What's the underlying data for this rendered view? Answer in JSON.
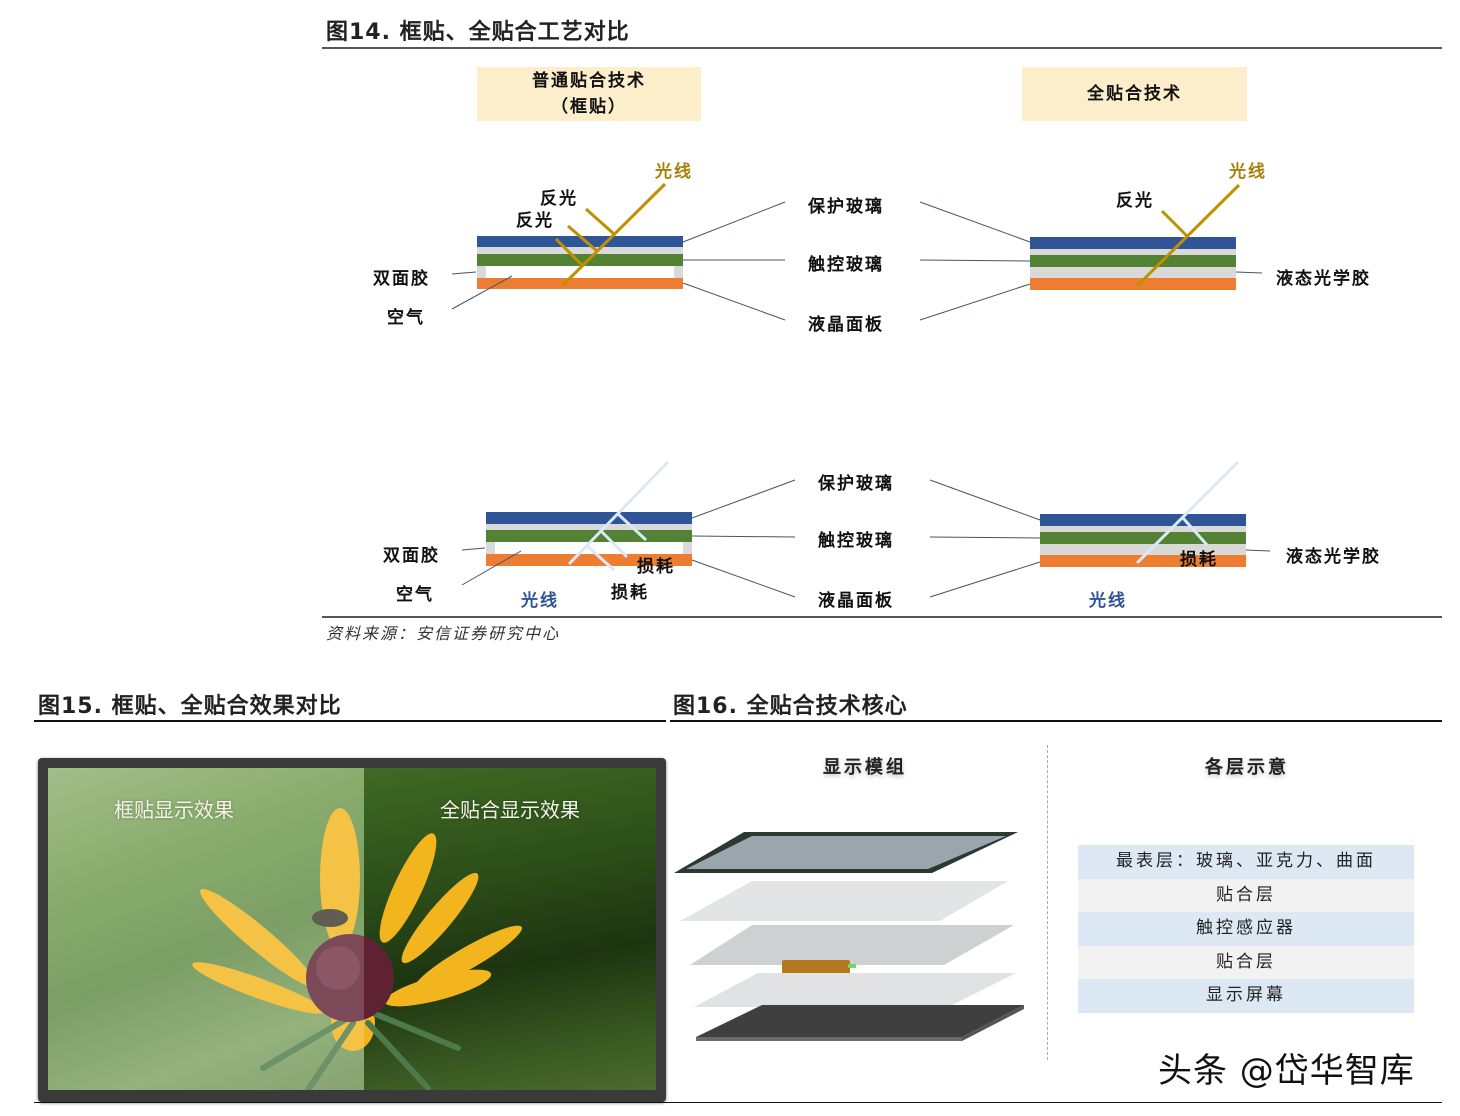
{
  "fig14": {
    "title": "图14. 框贴、全贴合工艺对比",
    "header_left_line1": "普通贴合技术",
    "header_left_line2": "（框贴）",
    "header_right": "全贴合技术",
    "top": {
      "light_left": "光线",
      "reflect_1": "反光",
      "reflect_2": "反光",
      "double_tape": "双面胶",
      "air": "空气",
      "protect_glass": "保护玻璃",
      "touch_glass": "触控玻璃",
      "lcd_panel": "液晶面板",
      "light_right": "光线",
      "reflect_right": "反光",
      "oca": "液态光学胶"
    },
    "bottom": {
      "double_tape": "双面胶",
      "air": "空气",
      "light_left": "光线",
      "loss_1": "损耗",
      "loss_2": "损耗",
      "protect_glass": "保护玻璃",
      "touch_glass": "触控玻璃",
      "lcd_panel": "液晶面板",
      "loss_right": "损耗",
      "oca": "液态光学胶",
      "light_right": "光线"
    },
    "source": "资料来源：安信证券研究中心"
  },
  "fig15": {
    "title": "图15. 框贴、全贴合效果对比",
    "caption_left": "框贴显示效果",
    "caption_right": "全贴合显示效果"
  },
  "fig16": {
    "title": "图16. 全贴合技术核心",
    "panel_left_title": "显示模组",
    "panel_right_title": "各层示意",
    "layers": [
      "最表层：玻璃、亚克力、曲面",
      "贴合层",
      "触控感应器",
      "贴合层",
      "显示屏幕"
    ]
  },
  "watermark": "头条 @岱华智库",
  "colors": {
    "protect_glass": "#2f5597",
    "touch_glass": "#548235",
    "lcd_panel": "#ed7d31",
    "gap": "#d9d9d9",
    "light_ray": "#bf9000",
    "light_ray_bottom": "#dbe9f7",
    "header_bg": "#fdeecb",
    "leader_line": "#44546a"
  }
}
